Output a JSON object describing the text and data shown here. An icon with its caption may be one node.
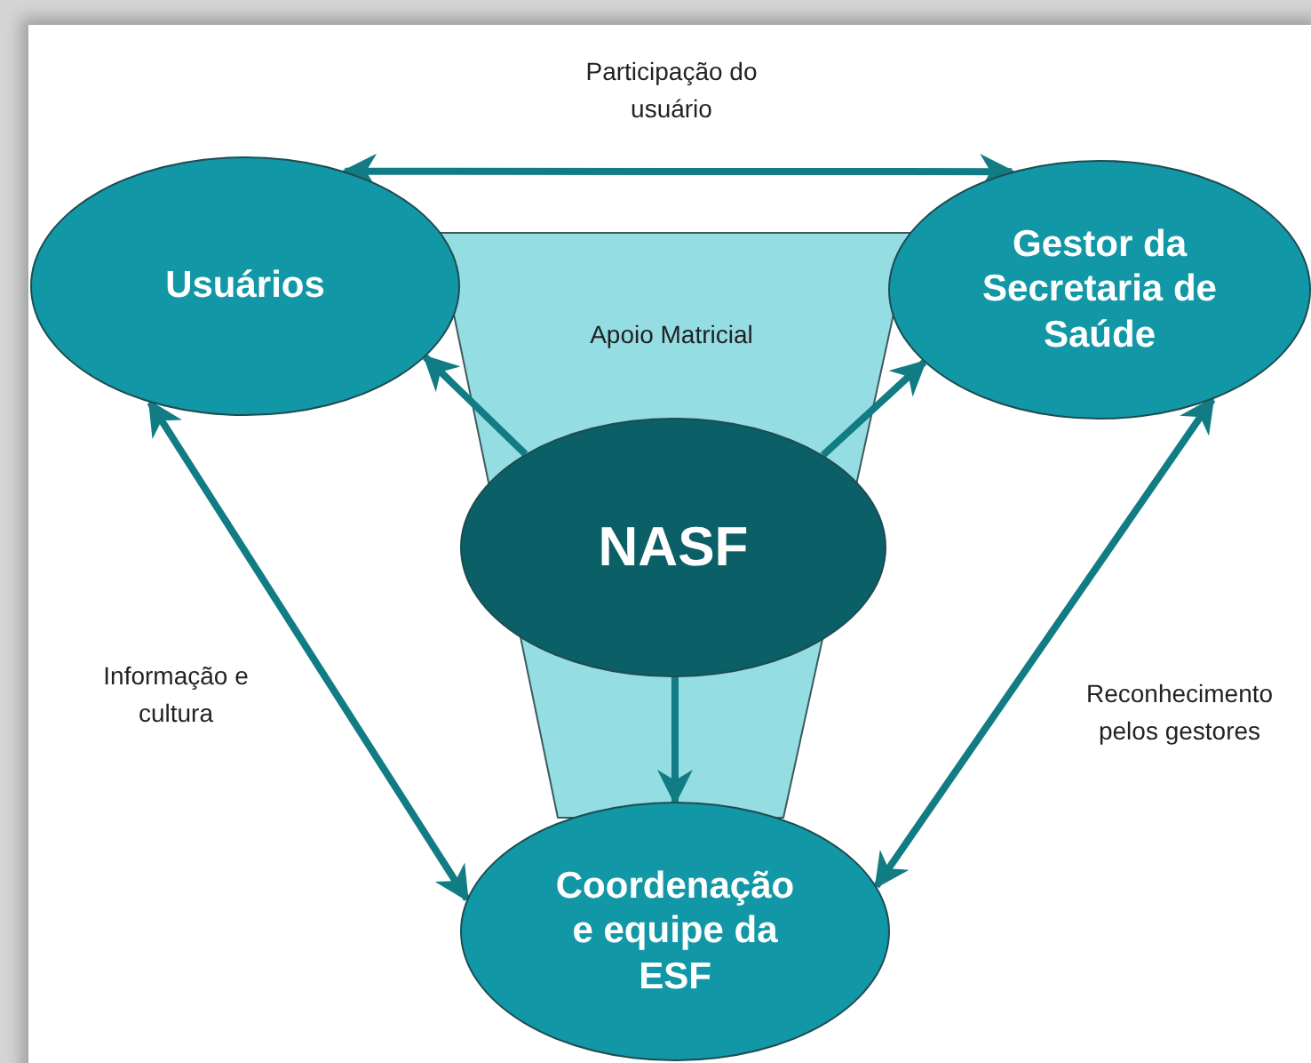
{
  "diagram": {
    "nodes": [
      {
        "text": [
          "Usuários"
        ]
      },
      {
        "text": [
          "Gestor da Secretaria de Saúde"
        ]
      },
      {
        "text": [
          "NASF"
        ]
      },
      {
        "text": [
          "Coordenação e equipe da ESF"
        ]
      }
    ],
    "edges": [
      {
        "from": 0,
        "to": 1,
        "arrow": "both",
        "label": "Participação do usuário"
      },
      {
        "from": 2,
        "to": 0,
        "arrow": "to"
      },
      {
        "from": 2,
        "to": 1,
        "arrow": "to"
      },
      {
        "from": 2,
        "to": 3,
        "arrow": "to"
      },
      {
        "from": 0,
        "to": 3,
        "arrow": "both",
        "label": "Informação e cultura"
      },
      {
        "from": 1,
        "to": 3,
        "arrow": "both",
        "label": "Reconhecimento pelos gestores"
      }
    ],
    "labels": [
      "Apoio Matricial"
    ]
  }
}
